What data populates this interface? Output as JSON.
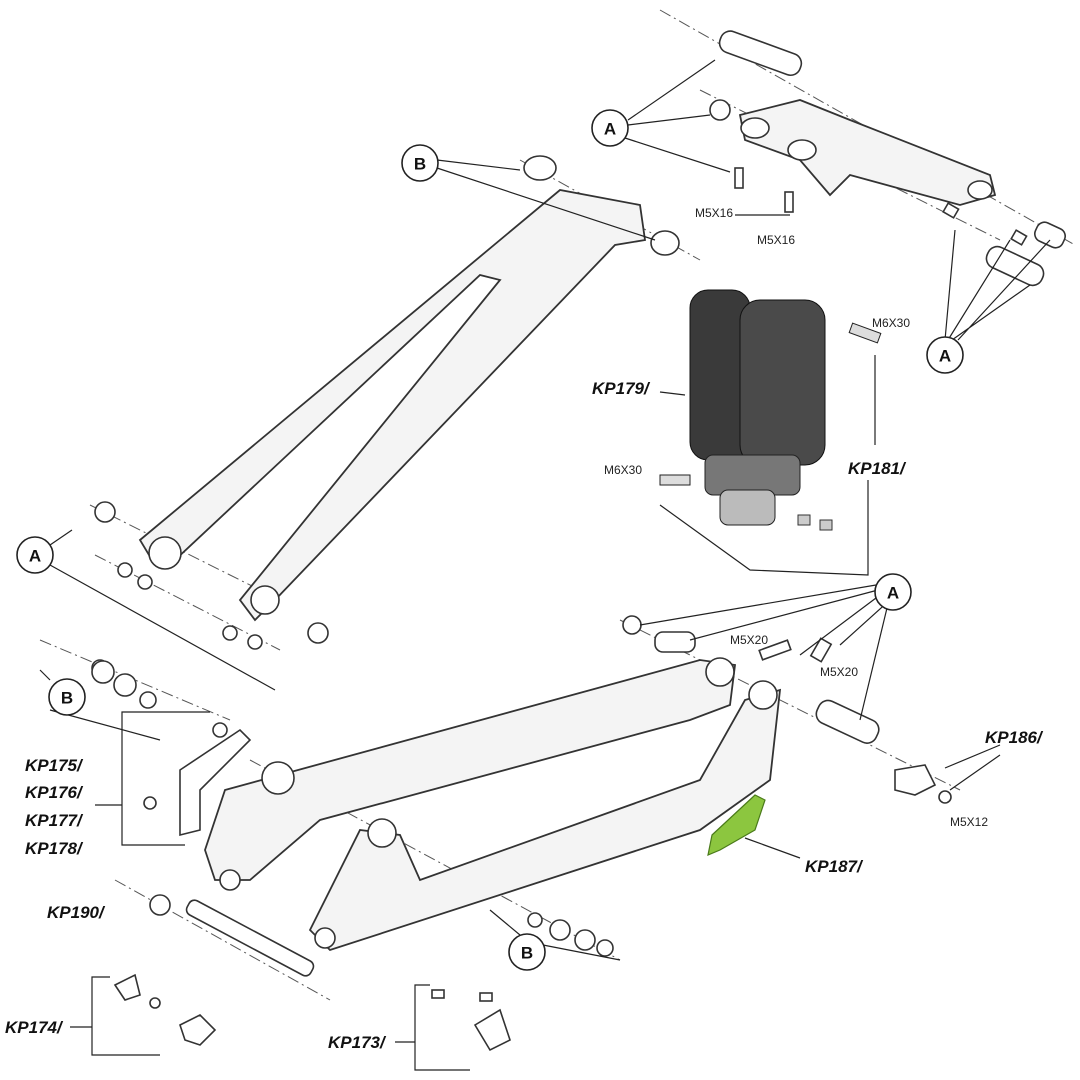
{
  "callouts": {
    "a_top": "A",
    "b_top": "B",
    "a_right": "A",
    "a_left": "A",
    "b_left": "B",
    "a_mid": "A",
    "b_bottom": "B"
  },
  "specs": {
    "m5x16_1": "M5X16",
    "m5x16_2": "M5X16",
    "m6x30_top": "M6X30",
    "m6x30_bottom": "M6X30",
    "m5x20_1": "M5X20",
    "m5x20_2": "M5X20",
    "m5x12": "M5X12"
  },
  "parts": {
    "kp179": "KP179/",
    "kp181": "KP181/",
    "kp186": "KP186/",
    "kp187": "KP187/",
    "kp175": "KP175/",
    "kp176": "KP176/",
    "kp177": "KP177/",
    "kp178": "KP178/",
    "kp190": "KP190/",
    "kp174": "KP174/",
    "kp173": "KP173/"
  },
  "colors": {
    "highlight": "#8cc63f",
    "shock": "#3a3a3a"
  }
}
